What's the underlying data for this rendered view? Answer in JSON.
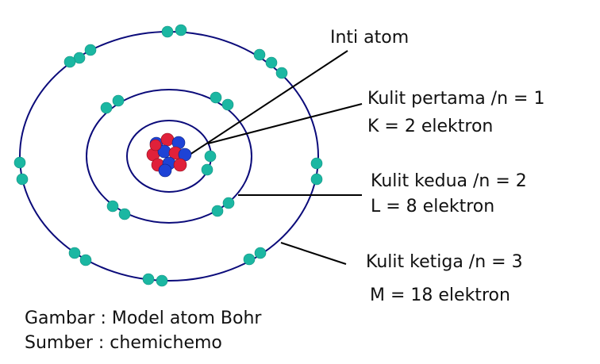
{
  "labels": {
    "nucleus": "Inti atom",
    "shell_1_title": "Kulit pertama /n = 1",
    "shell_1_electrons": "K = 2 elektron",
    "shell_2_title": "Kulit kedua /n = 2",
    "shell_2_electrons": "L = 8 elektron",
    "shell_3_title": "Kulit ketiga /n = 3",
    "shell_3_electrons": "M = 18 elektron"
  },
  "caption": {
    "figure": "Gambar : Model atom Bohr",
    "source": "Sumber : chemichemo"
  },
  "colors": {
    "orbit": "#0b0b7a",
    "electron": "#1bb7a2",
    "proton": "#e0213a",
    "neutron": "#1e43d6",
    "text": "#111111"
  }
}
